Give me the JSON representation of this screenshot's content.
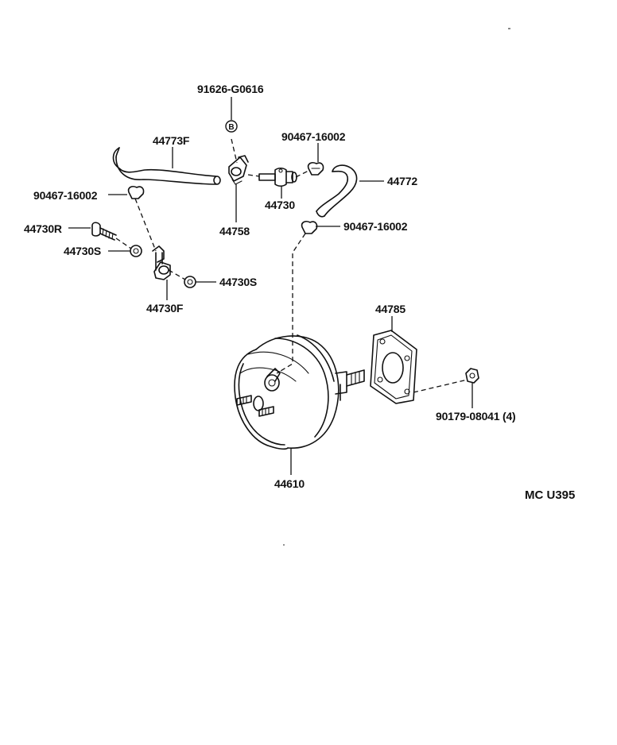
{
  "labels": {
    "p91626": "91626-G0616",
    "p44773f": "44773F",
    "p90467_a": "90467-16002",
    "p44772": "44772",
    "p90467_b": "90467-16002",
    "p44730r": "44730R",
    "p44730s_a": "44730S",
    "p44730": "44730",
    "p44758": "44758",
    "p90467_c": "90467-16002",
    "p44730s_b": "44730S",
    "p44730f": "44730F",
    "p44785": "44785",
    "p90179": "90179-08041 (4)",
    "p44610": "44610",
    "marker_b": "B",
    "code": "MC  U395"
  }
}
